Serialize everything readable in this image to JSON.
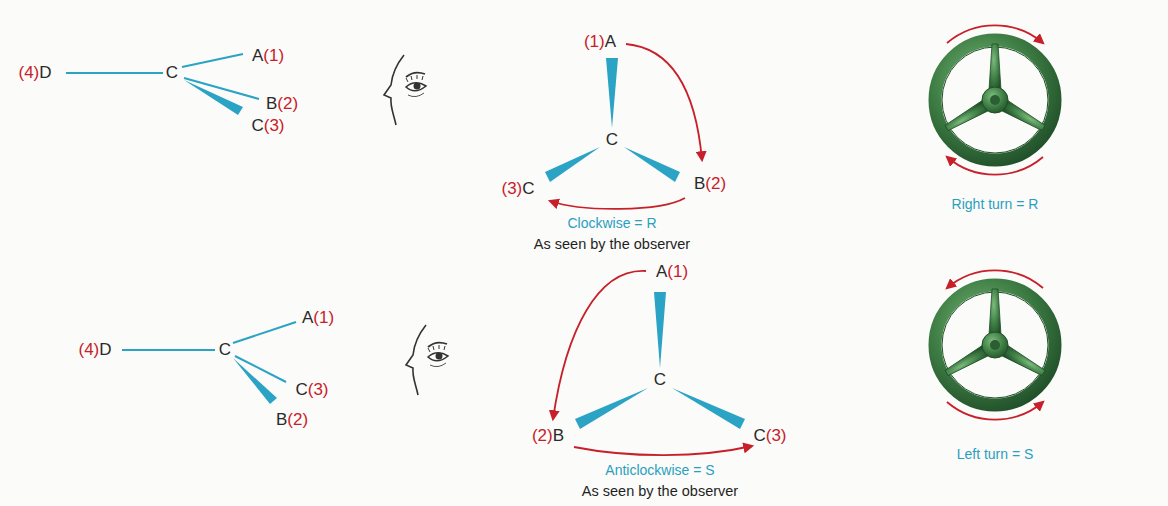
{
  "diagram": {
    "labels": [
      "A(1)",
      "(4)D",
      "C",
      "B(2)",
      "C(3)",
      "(1)A",
      "C",
      "(3)C",
      "B(2)",
      "Clockwise = R",
      "As seen by the observer",
      "Right turn = R",
      "A(1)",
      "(4)D",
      "C",
      "C(3)",
      "B(2)",
      "A(1)",
      "C",
      "(2)B",
      "C(3)",
      "Anticlockwise = S",
      "As seen by the observer",
      "Left turn = S"
    ]
  }
}
